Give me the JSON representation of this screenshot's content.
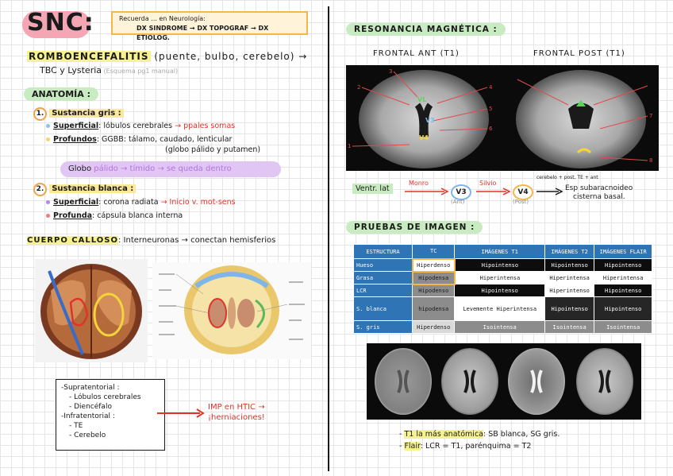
{
  "title": "SNC:",
  "recuerda": {
    "line1": "Recuerda ... en Neurología:",
    "line2": "DX SINDROME → DX TOPOGRAF → DX ETIOLOG."
  },
  "romb": {
    "head": "ROMBOENCEFALITIS",
    "rest": " (puente, bulbo, cerebelo) →",
    "line2": "TBC y Lysteria",
    "hint": " (Esquema pg1 manual)"
  },
  "anatomia": {
    "label": "ANATOMÍA :",
    "sg_num": "1.",
    "sg_label": "Sustancia gris :",
    "sup_label": "Superficial",
    "sup_text": ": lóbulos cerebrales ",
    "sup_red": "→ ppales somas",
    "prof_label": "Profundos",
    "prof_text": ": GGBB: tálamo, caudado, lenticular",
    "prof_text2": "(globo pálido y putamen)",
    "globo_a": "Globo ",
    "globo_b": "pálido → tímido → se queda dentro",
    "sb_num": "2.",
    "sb_label": "Sustancia blanca :",
    "sbsup_label": "Superficial",
    "sbsup_text": ": corona radiata ",
    "sbsup_red": "→ Inicio v. mot-sens",
    "sbprof_label": "Profunda",
    "sbprof_text": ": cápsula blanca interna"
  },
  "cuerpo": {
    "label": "CUERPO CALLOSO",
    "text": ": Interneuronas → conectan hemisferios"
  },
  "supra": {
    "l1": "-Supratentorial :",
    "l2": "- Lóbulos cerebrales",
    "l3": "- Diencéfalo",
    "l4": "-Infratentorial :",
    "l5": "- TE",
    "l6": "- Cerebelo"
  },
  "imp": {
    "l1": "IMP en HTIC →",
    "l2": "¡herniaciones!"
  },
  "rm": {
    "label": "RESONANCIA MAGNÉTICA :",
    "ant": "FRONTAL ANT (T1)",
    "post": "FRONTAL POST (T1)",
    "labels": [
      "1",
      "2",
      "3",
      "4",
      "5",
      "6",
      "7",
      "8"
    ],
    "v_labels": [
      "VL",
      "V3",
      "V4"
    ]
  },
  "flow": {
    "ventr": "Ventr. lat",
    "monro": "Monro",
    "v3": "V3",
    "v3_sub": "(Ant)",
    "silvio": "Silvio",
    "v4": "V4",
    "v4_sub": "(Post)",
    "top_note": "cerebelo + post, TE + ant",
    "esp1": "Esp subaracnoideo",
    "esp2": "cisterna basal."
  },
  "pruebas": {
    "label": "PRUEBAS DE IMAGEN :"
  },
  "table": {
    "headers": [
      "ESTRUCTURA",
      "TC",
      "IMÁGENES T1",
      "IMÁGENES T2",
      "IMÁGENES FLAIR"
    ],
    "rows": [
      [
        "Hueso",
        "Hiperdenso",
        "Hipointenso",
        "Hipointenso",
        "Hipointenso"
      ],
      [
        "Grasa",
        "Hipodensa",
        "Hiperintensa",
        "Hiperintensa",
        "Hiperintensa"
      ],
      [
        "LCR",
        "Hipodenso",
        "Hipointenso",
        "Hiperintenso",
        "Hipointenso"
      ],
      [
        "S. blanca",
        "hipodensa",
        "Levemente Hiperintensa",
        "Hipointenso",
        "Hipointenso"
      ],
      [
        "S. gris",
        "Hiperdenso",
        "Isointensa",
        "Isointensa",
        "Isointensa"
      ]
    ],
    "colors": {
      "header": "#2f74b5",
      "white": "#ffffff",
      "light": "#d9d9d9",
      "mid": "#8c8c8c",
      "dark": "#262626",
      "black": "#0d0d0d"
    }
  },
  "notes": {
    "n1_pre": "- ",
    "n1_hl": "T1 la más anatómica",
    "n1_rest": ": SB blanca, SG gris.",
    "n2_pre": "- ",
    "n2_hl": "Flair",
    "n2_rest": ": LCR = T1, parénquima = T2"
  }
}
